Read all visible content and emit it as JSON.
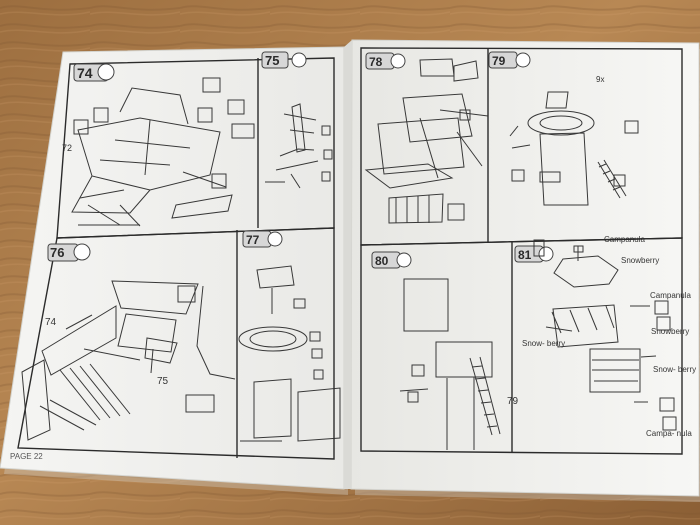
{
  "booklet": {
    "page_label": "PAGE 22",
    "steps": [
      "74",
      "75",
      "76",
      "77",
      "78",
      "79",
      "80",
      "81"
    ]
  },
  "callouts": {
    "part_72": "72",
    "part_74": "74",
    "part_75": "75",
    "part_79": "79",
    "quantity_9x": "9x",
    "option_1": "Campanula",
    "option_2": "Snowberry",
    "option_3": "Campanula",
    "option_4": "Snowberry",
    "option_5": "Snow-\nberry",
    "option_6": "Snow-\nberry",
    "option_7": "Campa-\nnula"
  },
  "colors": {
    "table": "#a77a47",
    "paper": "#f3f3f1",
    "ink": "#2b2b2b"
  }
}
